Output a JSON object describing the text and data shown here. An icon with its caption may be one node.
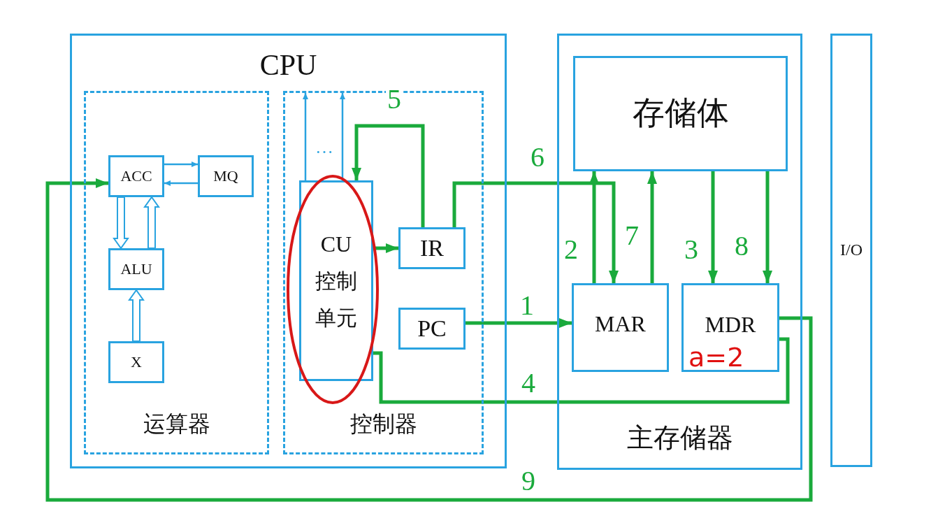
{
  "diagram": {
    "nodes": [
      {
        "text": [
          "CPU"
        ]
      },
      {
        "text": [
          "运算器"
        ],
        "in": 0
      },
      {
        "text": [
          "控制器"
        ],
        "in": 0
      },
      {
        "text": [
          "ACC"
        ],
        "in": 1
      },
      {
        "text": [
          "MQ"
        ],
        "in": 1
      },
      {
        "text": [
          "ALU"
        ],
        "in": 1
      },
      {
        "text": [
          "X"
        ],
        "in": 1
      },
      {
        "text": [
          "CU",
          "控制",
          "单元"
        ],
        "in": 2
      },
      {
        "text": [
          "IR"
        ],
        "in": 2
      },
      {
        "text": [
          "PC"
        ],
        "in": 2
      },
      {
        "text": [
          "主存储器"
        ]
      },
      {
        "text": [
          "存储体"
        ],
        "in": 10
      },
      {
        "text": [
          "MAR"
        ],
        "in": 10
      },
      {
        "text": [
          "MDR"
        ],
        "in": 10
      },
      {
        "text": [
          "I/O"
        ]
      }
    ],
    "edges": [
      {
        "from": 3,
        "to": 4,
        "arrow": "to",
        "color": "#29a3e0"
      },
      {
        "from": 4,
        "to": 3,
        "arrow": "to",
        "color": "#29a3e0"
      },
      {
        "from": 3,
        "to": 5,
        "arrow": "to",
        "style": "thick",
        "color": "#29a3e0"
      },
      {
        "from": 5,
        "to": 3,
        "arrow": "to",
        "style": "thick",
        "color": "#29a3e0"
      },
      {
        "from": 6,
        "to": 5,
        "arrow": "to",
        "style": "thick",
        "color": "#29a3e0"
      },
      {
        "from": 7,
        "to": null,
        "arrow": "to",
        "color": "#29a3e0"
      },
      {
        "from": 7,
        "to": null,
        "arrow": "to",
        "color": "#29a3e0"
      },
      {
        "from": 7,
        "to": 8,
        "arrow": "to"
      },
      {
        "from": 8,
        "to": 7,
        "arrow": "to",
        "label": "5"
      },
      {
        "from": 8,
        "to": 12,
        "arrow": "to",
        "label": "6"
      },
      {
        "from": 9,
        "to": 12,
        "arrow": "to",
        "label": "1"
      },
      {
        "from": 12,
        "to": 11,
        "arrow": "to",
        "label": "2"
      },
      {
        "from": 12,
        "to": 11,
        "arrow": "to",
        "label": "7"
      },
      {
        "from": 11,
        "to": 13,
        "arrow": "to",
        "label": "3"
      },
      {
        "from": 11,
        "to": 13,
        "arrow": "to",
        "label": "8"
      },
      {
        "from": 13,
        "to": 7,
        "arrow": "none",
        "label": "4"
      },
      {
        "from": 13,
        "to": 3,
        "arrow": "to",
        "label": "9"
      }
    ],
    "labels": [
      "…",
      "a=2"
    ]
  }
}
